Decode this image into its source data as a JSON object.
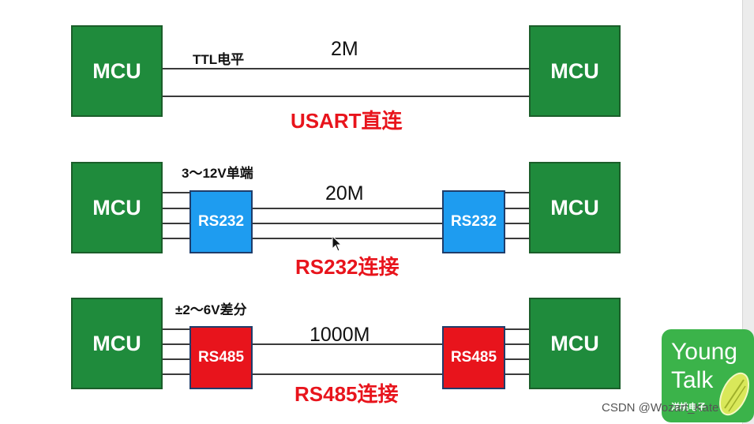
{
  "row1": {
    "left_mcu": "MCU",
    "right_mcu": "MCU",
    "level_label": "TTL电平",
    "speed": "2M",
    "title": "USART直连"
  },
  "row2": {
    "left_mcu": "MCU",
    "right_mcu": "MCU",
    "level_label": "3～12V单端",
    "speed": "20M",
    "left_chip": "RS232",
    "right_chip": "RS232",
    "title": "RS232连接"
  },
  "row3": {
    "left_mcu": "MCU",
    "right_mcu": "MCU",
    "level_label": "±2～6V差分",
    "speed": "1000M",
    "left_chip": "RS485",
    "right_chip": "RS485",
    "title": "RS485连接"
  },
  "logo": {
    "line1": "Young",
    "line2": "Talk",
    "line3": "洋桃电子"
  },
  "watermark": "CSDN @Wozart_Kate",
  "colors": {
    "mcu": "#1f8b3c",
    "rs232": "#1e9cf0",
    "rs485": "#e8141c",
    "title": "#e8141c",
    "logo": "#3bb34a"
  }
}
